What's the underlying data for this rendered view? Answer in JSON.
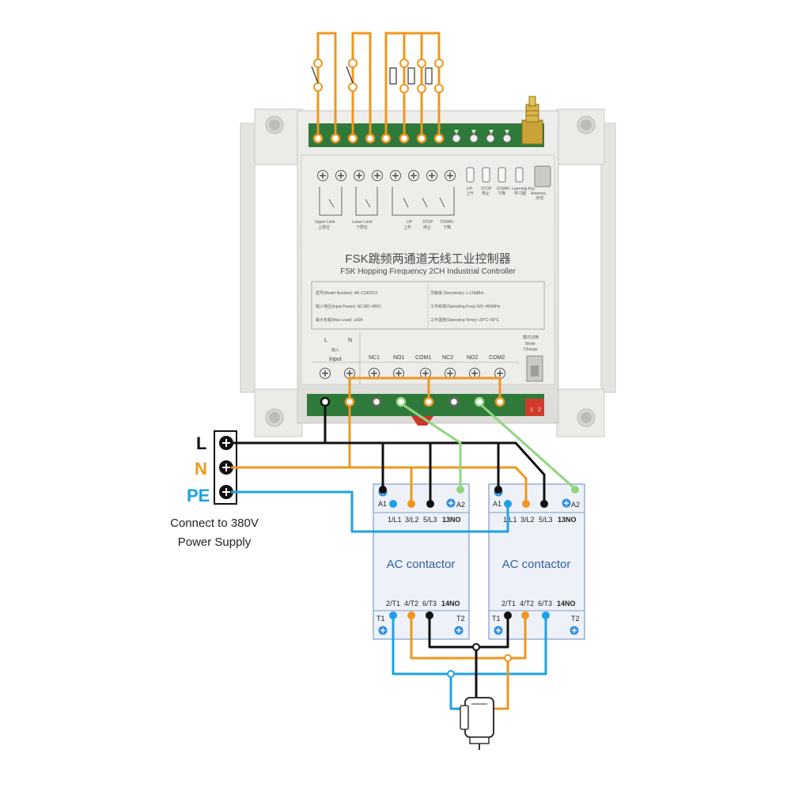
{
  "controller": {
    "title_cn": "FSK跳频两通道无线工业控制器",
    "title_en": "FSK Hopping Frequency 2CH Industrial Controller",
    "top_labels": {
      "upper_limit_en": "Upper Limit",
      "upper_limit_cn": "上限位",
      "lower_limit_en": "Lower Limit",
      "lower_limit_cn": "下限位",
      "up_en": "UP",
      "up_cn": "上升",
      "stop_en": "STOP",
      "stop_cn": "停止",
      "down_en": "DOWN",
      "down_cn": "下降",
      "learning_en": "Learning Key",
      "learning_cn": "学习键",
      "antenna_en": "Antenna",
      "antenna_cn": "天线"
    },
    "specs": [
      {
        "left": "型号(Model Number): AK-C240S13",
        "right": "灵敏度 (Sensitivity): ≥-119dBm"
      },
      {
        "left": "输入电压(Input Power): AC180~450V",
        "right": "工作频率(Operating Freq):420~450MHz"
      },
      {
        "left": "最大负载(Max Load): ≤30A",
        "right": "工作温度(Operating Temp):-20°C~80°C"
      }
    ],
    "bottom_labels": {
      "L": "L",
      "N": "N",
      "input_cn": "输入",
      "input_en": "Input",
      "NC1": "NC1",
      "NO1": "NO1",
      "COM1": "COM1",
      "NC2": "NC2",
      "NO2": "NO2",
      "COM2": "COM2",
      "mode_cn": "模式切换",
      "mode_en1": "Mode",
      "mode_en2": "Change"
    }
  },
  "power_block": {
    "L": "L",
    "N": "N",
    "PE": "PE",
    "caption_line1": "Connect to 380V",
    "caption_line2": "Power Supply"
  },
  "contactors": [
    {
      "title": "AC contactor",
      "A1": "A1",
      "A2": "A2",
      "L1": "1/L1",
      "L2": "3/L2",
      "L3": "5/L3",
      "NO13": "13NO",
      "T1x": "2/T1",
      "T2x": "4/T2",
      "T3x": "6/T3",
      "NO14": "14NO",
      "T1": "T1",
      "T2": "T2"
    },
    {
      "title": "AC contactor",
      "A1": "A1",
      "A2": "A2",
      "L1": "1/L1",
      "L2": "3/L2",
      "L3": "5/L3",
      "NO13": "13NO",
      "T1x": "2/T1",
      "T2x": "4/T2",
      "T3x": "6/T3",
      "NO14": "14NO",
      "T1": "T1",
      "T2": "T2"
    }
  ],
  "colors": {
    "orange": "#f0961e",
    "black": "#111111",
    "green": "#8fd67f",
    "blue": "#1ea0e6",
    "contactor_text": "#2f5fa0"
  }
}
